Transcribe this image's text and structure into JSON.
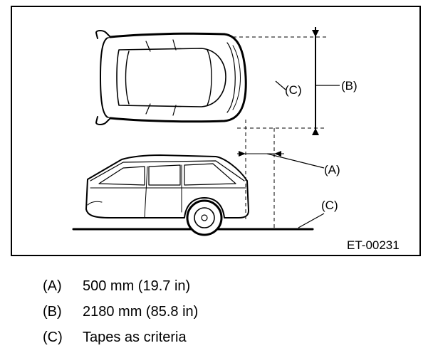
{
  "diagram": {
    "labels": {
      "a": "(A)",
      "b": "(B)",
      "c_top": "(C)",
      "c_ground": "(C)"
    },
    "figure_code": "ET-00231"
  },
  "legend": [
    {
      "key": "(A)",
      "value": "500 mm (19.7 in)"
    },
    {
      "key": "(B)",
      "value": "2180 mm (85.8 in)"
    },
    {
      "key": "(C)",
      "value": "Tapes as criteria"
    }
  ]
}
